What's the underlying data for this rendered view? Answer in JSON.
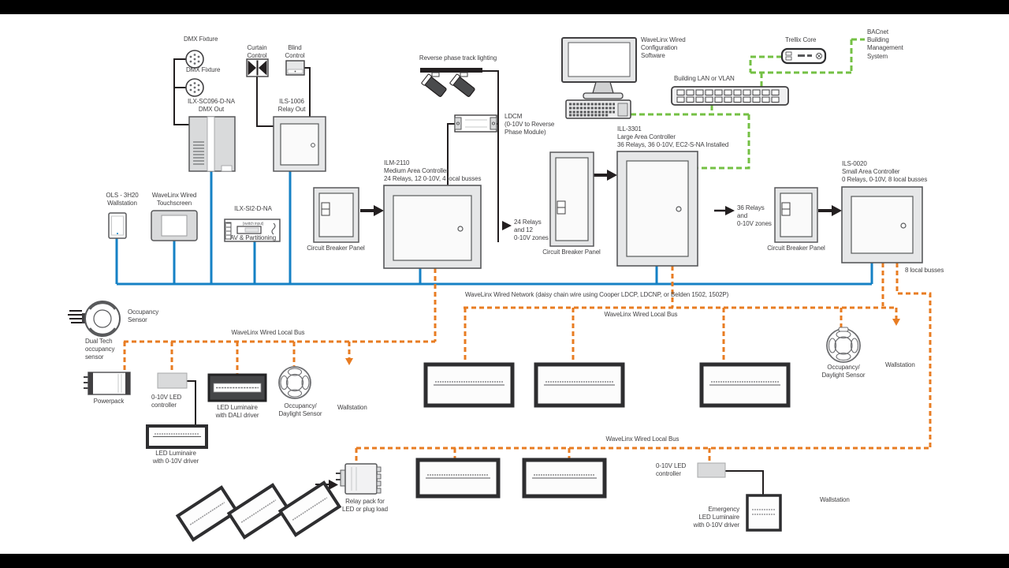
{
  "colors": {
    "network_blue": "#1581c5",
    "local_bus_orange": "#e87c22",
    "lan_green": "#74c044",
    "line_black": "#231f20",
    "device_gray": "#e6e7e8",
    "text_gray": "#414042"
  },
  "top_left": {
    "dmx_fixture_1": "DMX Fixture",
    "dmx_fixture_2": "DMX Fixture",
    "dmx_out_module": "ILX-SC096-D-NA\nDMX Out",
    "curtain_control": "Curtain\nControl",
    "blind_control": "Blind\nControl",
    "relay_out_module": "ILS-1006\nRelay Out"
  },
  "track": {
    "track_lighting": "Reverse phase track lighting",
    "ldcm": "LDCM\n(0-10V to Reverse\nPhase Module)"
  },
  "head": {
    "config_software": "WaveLinx Wired\nConfiguration\nSoftware",
    "building_lan": "Building LAN or VLAN",
    "trellix_core": "Trellix Core",
    "bacnet": "BACnet\nBuilding\nManagement\nSystem"
  },
  "controllers": {
    "ilm": "ILM-2110\nMedium Area Controller\n24 Relays, 12 0-10V, 4 local busses",
    "cbp1": "Circuit Breaker Panel",
    "relays24": "24 Relays\nand 12\n0-10V zones",
    "ill": "ILL-3301\nLarge Area Controller\n36 Relays, 36 0-10V, EC2-S-NA Installed",
    "cbp2": "Circuit Breaker Panel",
    "relays36": "36 Relays\nand\n0-10V zones",
    "ils": "ILS-0020\nSmall Area Controller\n0 Relays, 0-10V, 8 local busses",
    "cbp3": "Circuit Breaker Panel",
    "local_busses_8": "8 local busses"
  },
  "stations": {
    "ols_wallstation": "OLS - 3H20\nWallstation",
    "touchscreen": "WaveLinx Wired\nTouchscreen",
    "si2_model": "ILX-SI2-D-NA",
    "si2_sub": "(switch input)",
    "si2_use": "AV & Partitioning"
  },
  "left_zone": {
    "occupancy_sensor": "Occupancy\nSensor",
    "dual_tech": "Dual Tech\noccupancy\nsensor",
    "local_bus": "WaveLinx Wired Local Bus",
    "powerpack": "Powerpack",
    "led_controller": "0-10V LED\ncontroller",
    "luminaire_dali": "LED Luminaire\nwith DALI driver",
    "occ_daylight": "Occupancy/\nDaylight Sensor",
    "wallstation": "Wallstation",
    "luminaire_010": "LED Luminaire\nwith 0-10V driver"
  },
  "network": {
    "wired_network": "WaveLinx Wired Network (daisy chain wire using Cooper LDCP, LDCNP, or Belden 1502, 1502P)"
  },
  "mid_zone": {
    "local_bus": "WaveLinx Wired Local Bus",
    "occ_daylight": "Occupancy/\nDaylight Sensor",
    "wallstation": "Wallstation"
  },
  "bottom_zone": {
    "local_bus": "WaveLinx Wired Local Bus",
    "relay_pack": "Relay pack for\nLED or plug load",
    "led_controller": "0-10V LED\ncontroller",
    "emergency": "Emergency\nLED Luminaire\nwith 0-10V driver",
    "wallstation": "Wallstation"
  }
}
